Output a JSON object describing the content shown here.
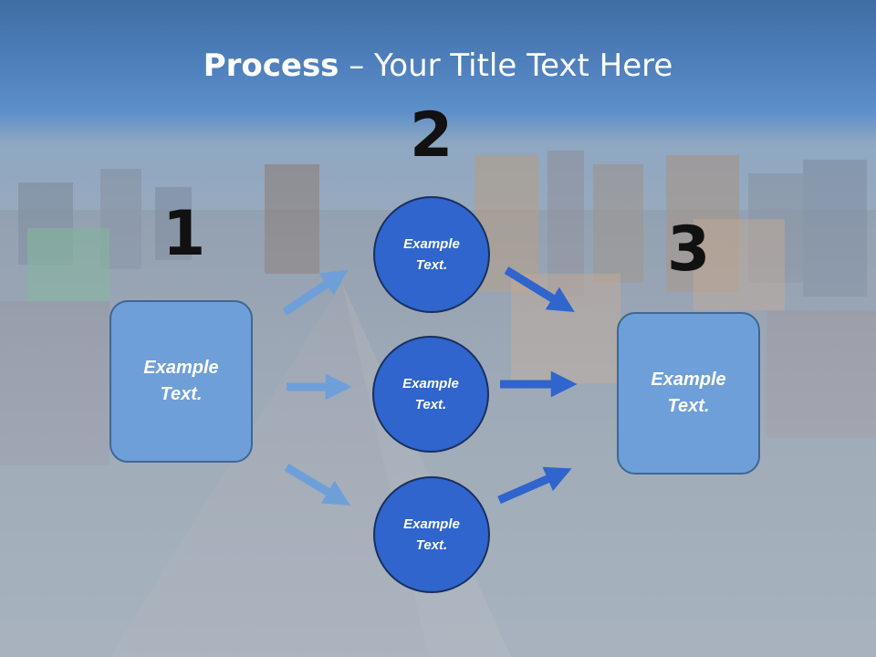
{
  "slide": {
    "title_bold": "Process",
    "title_rest": " – Your Title Text Here",
    "step_numbers": [
      "1",
      "2",
      "3"
    ],
    "left_box": {
      "line1": "Example",
      "line2": "Text."
    },
    "circles": [
      {
        "line1": "Example",
        "line2": "Text."
      },
      {
        "line1": "Example",
        "line2": "Text."
      },
      {
        "line1": "Example",
        "line2": "Text."
      }
    ],
    "right_box": {
      "line1": "Example",
      "line2": "Text."
    }
  },
  "colors": {
    "left_arrows": "#6f9fd8",
    "right_arrows": "#2f65cc",
    "circle_fill": "#2f65cc",
    "box_fill": "#6f9fd8"
  }
}
